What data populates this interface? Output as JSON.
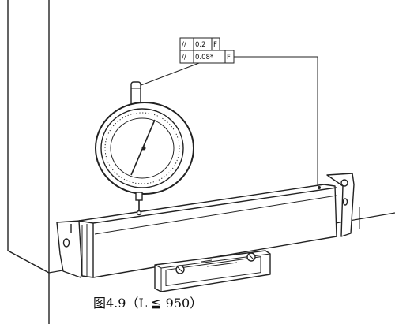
{
  "tolerance_frames": [
    {
      "symbol": "//",
      "value": "0.2",
      "datum": "F"
    },
    {
      "symbol": "//",
      "value": "0.08*",
      "datum": "F"
    }
  ],
  "caption": "图4.9（L ≦ 950）"
}
